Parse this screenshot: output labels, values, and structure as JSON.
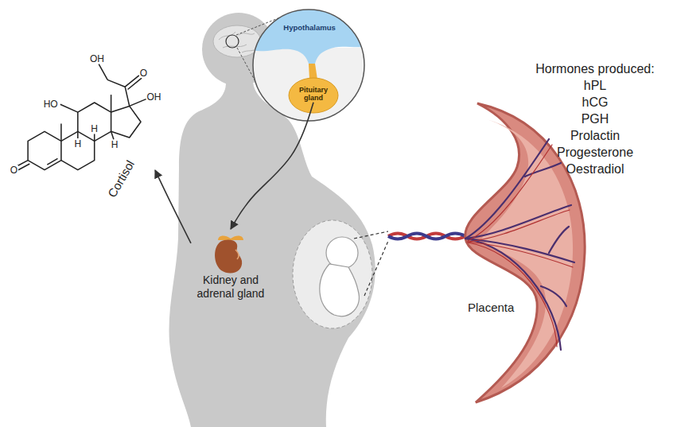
{
  "diagram": {
    "nodes": [
      {
        "text": [
          "Hypothalamus"
        ]
      },
      {
        "text": [
          "Pituitary gland"
        ]
      },
      {
        "text": [
          "Cortisol"
        ]
      },
      {
        "text": [
          "Kidney and adrenal gland"
        ]
      },
      {
        "text": [
          "Placenta"
        ]
      }
    ],
    "edges": [
      {
        "from": 1,
        "to": 3,
        "arrow": "to"
      },
      {
        "from": 3,
        "to": 2,
        "arrow": "to"
      }
    ],
    "labels": [
      "OH",
      "O",
      "OH",
      "HO",
      "H",
      "H",
      "H",
      "O",
      "Hormones produced:",
      "hPL",
      "hCG",
      "PGH",
      "Prolactin",
      "Progesterone",
      "Oestradiol"
    ]
  }
}
